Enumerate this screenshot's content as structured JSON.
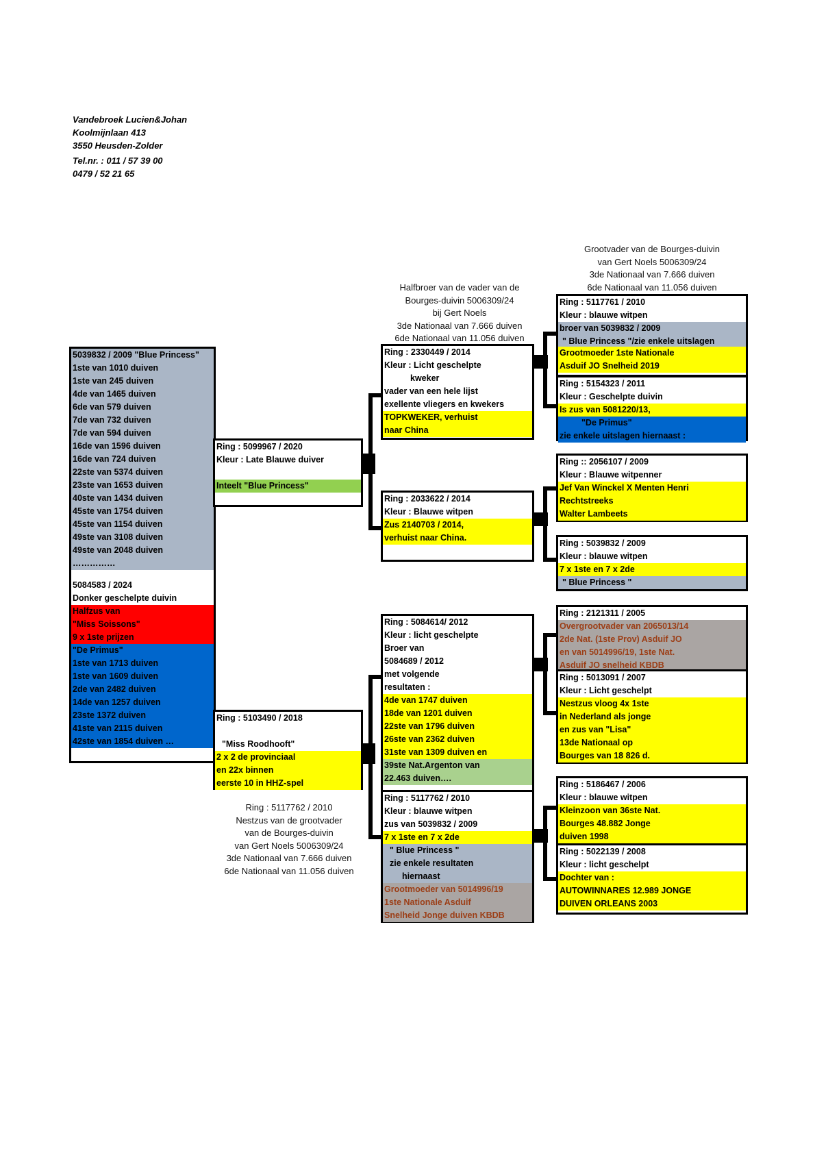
{
  "header": {
    "lines": [
      "Vandebroek Lucien&Johan",
      "Koolmijnlaan 413",
      "3550 Heusden-Zolder",
      "Tel.nr. : 011 / 57 39 00",
      "0479 / 52 21 65"
    ]
  },
  "notes": {
    "top_right": [
      "Grootvader van de Bourges-duivin",
      "van Gert Noels 5006309/24",
      "3de Nationaal van 7.666 duiven",
      "6de Nationaal van 11.056 duiven"
    ],
    "top_mid": [
      "Halfbroer van de vader van de",
      "Bourges-duivin 5006309/24",
      "bij Gert Noels",
      "3de Nationaal van 7.666 duiven",
      "6de Nationaal van 11.056 duiven"
    ],
    "bottom_left": [
      "Ring : 5117762 / 2010",
      "Nestzus van de grootvader",
      "van de Bourges-duivin",
      "van Gert Noels 5006309/24",
      "3de Nationaal van 7.666 duiven",
      "6de Nationaal van 11.056 duiven"
    ]
  },
  "subject": {
    "grey_rows": [
      "5039832 / 2009 \"Blue Princess\"",
      "1ste van 1010 duiven",
      "1ste van 245 duiven",
      "4de van 1465 duiven",
      "6de van 579 duiven",
      "7de van 732 duiven",
      "7de van 594 duiven",
      "16de van 1596 duiven",
      "16de van 724 duiven",
      "22ste van 5374 duiven",
      "23ste van 1653 duiven",
      "40ste van 1434 duiven",
      "45ste van 1754 duiven",
      "45ste van 1154 duiven",
      "49ste van 3108 duiven",
      "49ste van 2048 duiven",
      "……………"
    ],
    "ring": "5084583 / 2024",
    "kleur": "Donker geschelpte duivin",
    "red_rows": [
      "Halfzus van",
      "\"Miss Soissons\"",
      "9 x 1ste prijzen"
    ],
    "blue_rows": [
      "\"De Primus\"",
      "1ste van 1713 duiven",
      "1ste van 1609 duiven",
      "2de van 2482 duiven",
      "14de van 1257 duiven",
      "23ste 1372 duiven",
      "41ste van 2115 duiven",
      "42ste van 1854 duiven …"
    ]
  },
  "father": {
    "ring": "Ring : 5099967 / 2020",
    "kleur": "Kleur : Late Blauwe duiver",
    "note": "Inteelt \"Blue Princess\""
  },
  "mother": {
    "ring": "Ring : 5103490 / 2018",
    "name": "\"Miss Roodhooft\"",
    "rows": [
      "2 x 2 de provinciaal",
      "en  22x binnen",
      "eerste 10 in HHZ-spel"
    ]
  },
  "ff": {
    "rows": [
      "Ring : 2330449 / 2014",
      "Kleur : Licht geschelpte",
      "kweker",
      "vader van een hele lijst",
      "exellente vliegers en kwekers"
    ],
    "yellow_rows": [
      "TOPKWEKER, verhuist",
      "naar China"
    ]
  },
  "fm": {
    "rows": [
      "Ring : 2033622 / 2014",
      "Kleur : Blauwe witpen"
    ],
    "yellow_rows": [
      "Zus 2140703 / 2014,",
      "verhuist naar China."
    ]
  },
  "mf": {
    "rows": [
      "Ring : 5084614/ 2012",
      "Kleur : licht geschelpte",
      "Broer van",
      "5084689 / 2012",
      "met volgende",
      "resultaten :"
    ],
    "yellow_rows": [
      "4de van 1747 duiven",
      "18de van 1201 duiven",
      "22ste van 1796 duiven",
      "26ste van 2362 duiven",
      "31ste van 1309 duiven en"
    ],
    "green_rows": [
      "39ste Nat.Argenton van",
      "22.463 duiven…."
    ]
  },
  "mm": {
    "rows": [
      "Ring : 5117762 / 2010",
      "Kleur : blauwe witpen",
      "zus van 5039832 / 2009"
    ],
    "yellow_rows": [
      "7 x 1ste en 7 x 2de"
    ],
    "grey_rows": [
      "\" Blue Princess \"",
      "zie enkele resultaten",
      "hiernaast"
    ],
    "taupe_rows": [
      "Grootmoeder van 5014996/19",
      "1ste Nationale Asduif",
      "Snelheid Jonge duiven KBDB"
    ]
  },
  "fff": {
    "rows": [
      "Ring : 5117761 / 2010",
      "Kleur : blauwe witpen"
    ],
    "grey_rows": [
      "broer van 5039832 / 2009",
      "\" Blue Princess \"/zie enkele uitslagen"
    ],
    "yellow_rows": [
      "Grootmoeder 1ste Nationale",
      "Asduif JO Snelheid 2019"
    ]
  },
  "ffm": {
    "rows": [
      "Ring : 5154323 / 2011",
      "Kleur : Geschelpte duivin"
    ],
    "yellow_rows": [
      "Is zus van 5081220/13,"
    ],
    "blue_rows": [
      "\"De Primus\"",
      "zie enkele uitslagen hiernaast :"
    ]
  },
  "fmf": {
    "rows": [
      "Ring :: 2056107 / 2009",
      "Kleur : Blauwe witpenner"
    ],
    "yellow_rows": [
      "Jef Van Winckel  X Menten Henri",
      "Rechtstreeks",
      "Walter Lambeets"
    ]
  },
  "fmm": {
    "rows": [
      "Ring : 5039832 / 2009",
      "Kleur : blauwe witpen"
    ],
    "yellow_rows": [
      "7 x 1ste en 7 x 2de"
    ],
    "grey_rows": [
      "\" Blue Princess \""
    ]
  },
  "mff": {
    "rows": [
      "Ring : 2121311 / 2005"
    ],
    "taupe_rows": [
      "Overgrootvader van 2065013/14",
      "2de Nat. (1ste Prov)  Asduif JO",
      "en van 5014996/19, 1ste Nat.",
      "Asduif JO snelheid KBDB"
    ]
  },
  "mfm": {
    "rows": [
      "Ring : 5013091 / 2007",
      "Kleur : Licht geschelpt"
    ],
    "yellow_rows": [
      "Nestzus vloog 4x 1ste",
      "in Nederland als jonge",
      "en zus van \"Lisa\"",
      "13de Nationaal op",
      "Bourges van 18 826 d."
    ]
  },
  "mmf": {
    "rows": [
      "Ring : 5186467 / 2006",
      "Kleur : blauwe witpen"
    ],
    "yellow_rows": [
      "Kleinzoon van 36ste Nat.",
      "Bourges 48.882 Jonge",
      "duiven 1998"
    ]
  },
  "mmm": {
    "rows": [
      "Ring : 5022139 / 2008",
      "Kleur : licht geschelpt"
    ],
    "yellow_rows": [
      "Dochter van :",
      "AUTOWINNARES 12.989 JONGE",
      "DUIVEN ORLEANS 2003"
    ]
  }
}
